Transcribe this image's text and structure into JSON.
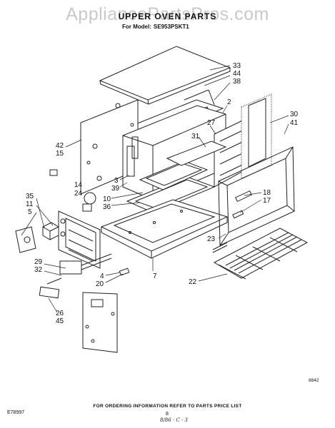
{
  "watermark": "AppliancePartsPros.com",
  "title": "UPPER OVEN PARTS",
  "model_label": "For Model:",
  "model_number": "SE953PSKT1",
  "footer_note": "FOR ORDERING INFORMATION REFER TO PARTS PRICE LIST",
  "document_number": "E78997",
  "page_mark": "8",
  "drawing_code": "8842",
  "signature": "8/86 · C · 3",
  "callouts": [
    "33",
    "44",
    "38",
    "2",
    "30",
    "41",
    "27",
    "31",
    "42",
    "15",
    "3",
    "39",
    "14",
    "24",
    "10",
    "36",
    "18",
    "17",
    "35",
    "11",
    "5",
    "23",
    "29",
    "32",
    "4",
    "20",
    "7",
    "22",
    "26",
    "45"
  ]
}
